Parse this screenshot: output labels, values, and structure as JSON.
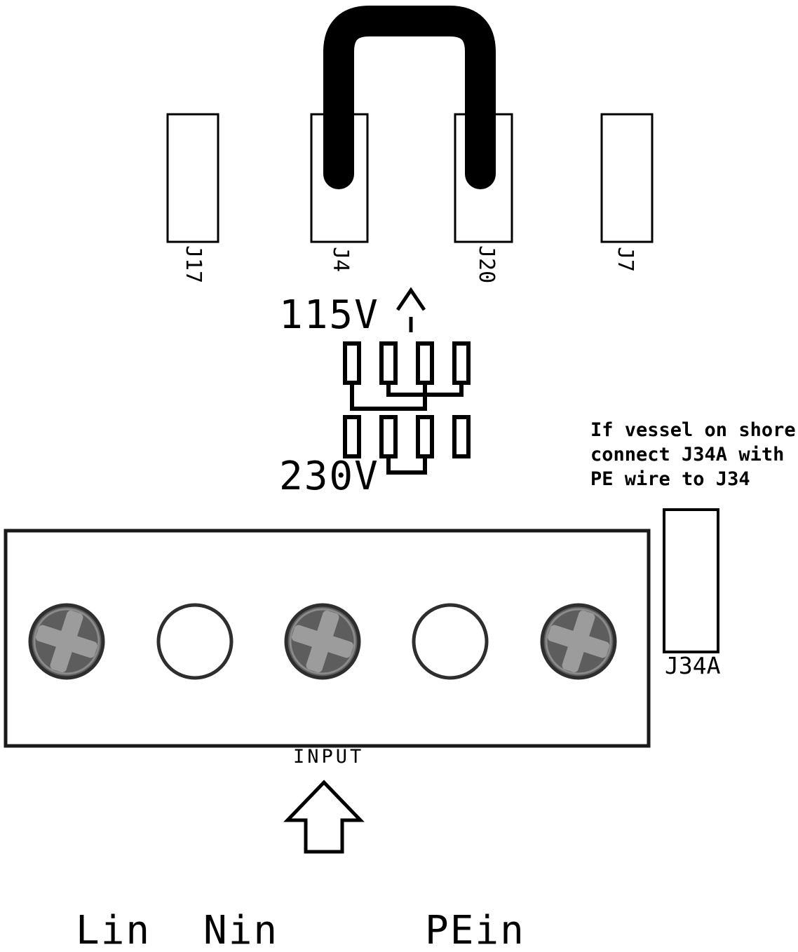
{
  "connectors": {
    "j17": {
      "label": "J17"
    },
    "j4": {
      "label": "J4"
    },
    "j20": {
      "label": "J20"
    },
    "j7": {
      "label": "J7"
    },
    "j34a": {
      "label": "J34A"
    }
  },
  "voltage_options": {
    "v115": {
      "label": "115V"
    },
    "v230": {
      "label": "230V"
    }
  },
  "note": {
    "line1": "If vessel on shore",
    "line2": "connect J34A with",
    "line3": "PE wire to J34"
  },
  "input": {
    "label": "INPUT"
  },
  "terminals": {
    "lin": {
      "label": "Lin"
    },
    "nin": {
      "label": "Nin"
    },
    "pein": {
      "label": "PEin"
    }
  },
  "colors": {
    "line": "#000000",
    "background": "#ffffff",
    "screw_body": "#5d5d5d",
    "screw_cross": "#9c9c9c",
    "screw_ring": "#2e2e2e"
  },
  "icons": {
    "jumper_wire": "u-shaped-jumper-wire",
    "small_arrow": "up-arrow",
    "input_arrow": "up-arrow-outline",
    "screw": "phillips-screw"
  }
}
